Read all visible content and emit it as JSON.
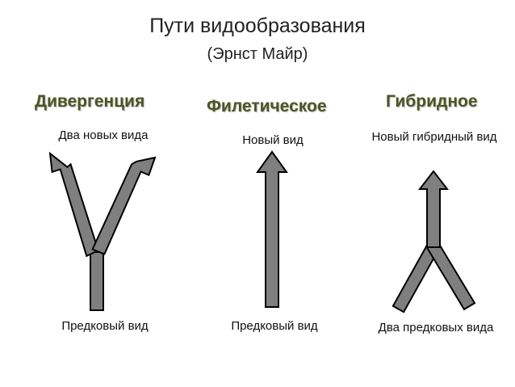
{
  "title": "Пути видообразования",
  "subtitle": "(Эрнст Майр)",
  "columns": {
    "divergence": {
      "heading": "Дивергенция",
      "top_label": "Два новых вида",
      "bottom_label": "Предковый вид"
    },
    "phyletic": {
      "heading": "Филетическое",
      "top_label": "Новый вид",
      "bottom_label": "Предковый вид"
    },
    "hybrid": {
      "heading": "Гибридное",
      "top_label": "Новый гибридный вид",
      "bottom_label": "Два предковых вида"
    }
  },
  "colors": {
    "heading": "#4d5524",
    "arrow_fill": "#7f7f7f",
    "arrow_stroke": "#000000"
  }
}
